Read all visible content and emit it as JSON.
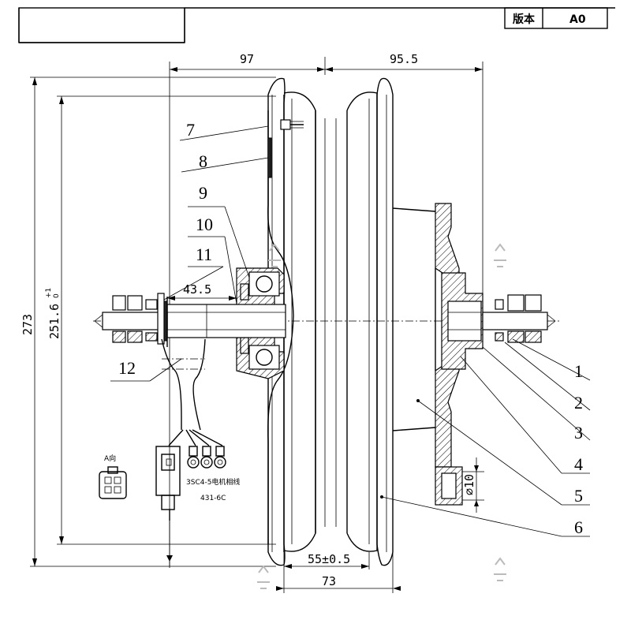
{
  "title_block": {
    "version_label": "版本",
    "version_value": "A0"
  },
  "dimensions": {
    "left_width": "97",
    "right_width": "95.5",
    "overall_height": "273",
    "rim_height": "251.6",
    "rim_tol_upper": "+1",
    "rim_tol_lower": "0",
    "axle_length": "43.5",
    "rim_inner_width": "55±0.5",
    "rim_outer_width": "73",
    "hole_dia": "⌀10"
  },
  "callouts": [
    "7",
    "8",
    "9",
    "10",
    "11",
    "12",
    "1",
    "2",
    "3",
    "4",
    "5",
    "6"
  ],
  "connector": {
    "view_label": "A向",
    "cable_label": "3SC4-5电机相线",
    "cable_code": "431-6C"
  }
}
